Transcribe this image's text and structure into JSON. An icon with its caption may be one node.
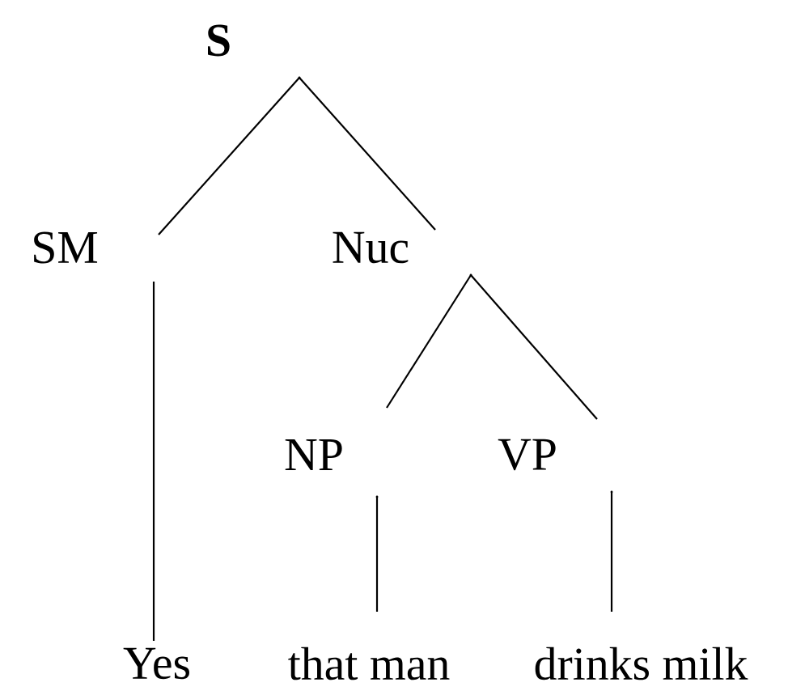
{
  "diagram": {
    "nodes": [
      {
        "text": [
          "S"
        ]
      },
      {
        "text": [
          "SM"
        ]
      },
      {
        "text": [
          "Nuc"
        ]
      },
      {
        "text": [
          "NP"
        ]
      },
      {
        "text": [
          "VP"
        ]
      },
      {
        "text": [
          "Yes"
        ]
      },
      {
        "text": [
          "that man"
        ]
      },
      {
        "text": [
          "drinks milk"
        ]
      }
    ],
    "edges": [
      {
        "from": 0,
        "to": 1,
        "arrow": "none"
      },
      {
        "from": 0,
        "to": 2,
        "arrow": "none"
      },
      {
        "from": 1,
        "to": 5,
        "arrow": "none"
      },
      {
        "from": 2,
        "to": 3,
        "arrow": "none"
      },
      {
        "from": 2,
        "to": 4,
        "arrow": "none"
      },
      {
        "from": 3,
        "to": 6,
        "arrow": "none"
      },
      {
        "from": 4,
        "to": 7,
        "arrow": "none"
      }
    ]
  }
}
